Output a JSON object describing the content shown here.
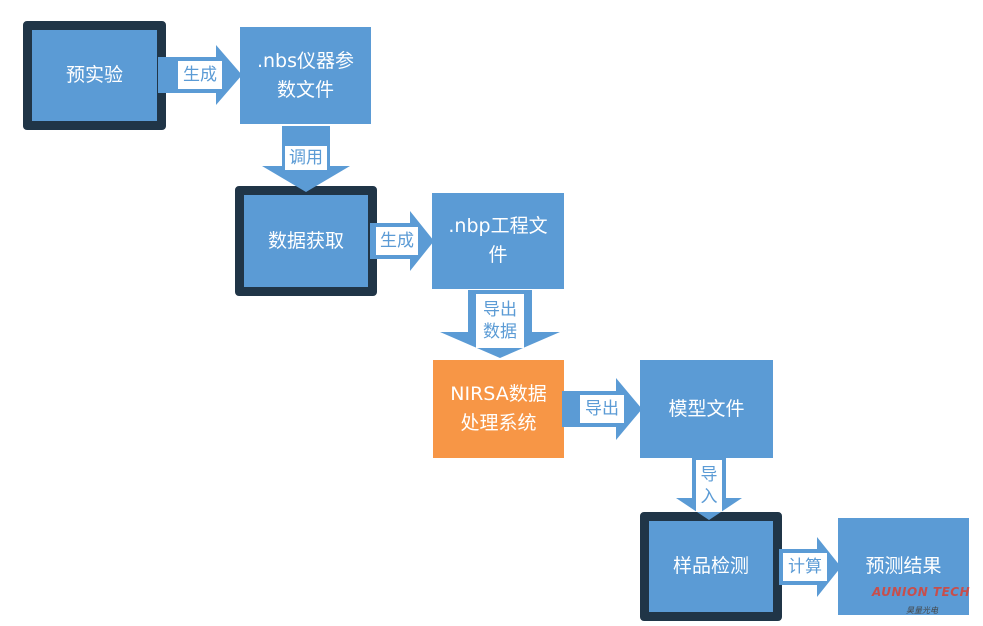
{
  "nodes": {
    "pre_experiment": "预实验",
    "nbs_file": ".nbs仪器参\n数文件",
    "data_acquisition": "数据获取",
    "nbp_file": ".nbp工程文\n件",
    "nirsa_system": "NIRSA数据\n处理系统",
    "model_file": "模型文件",
    "sample_detection": "样品检测",
    "prediction_result": "预测结果"
  },
  "edges": {
    "generate_1": "生成",
    "invoke": "调用",
    "generate_2": "生成",
    "export_data": "导出\n数据",
    "export": "导出",
    "import": "导\n入",
    "calculate": "计算"
  },
  "logo": {
    "main": "AUNION TECH",
    "sub": "昊量光电"
  },
  "colors": {
    "node": "#5b9bd5",
    "node_border": "#203547",
    "highlight": "#f79646"
  }
}
